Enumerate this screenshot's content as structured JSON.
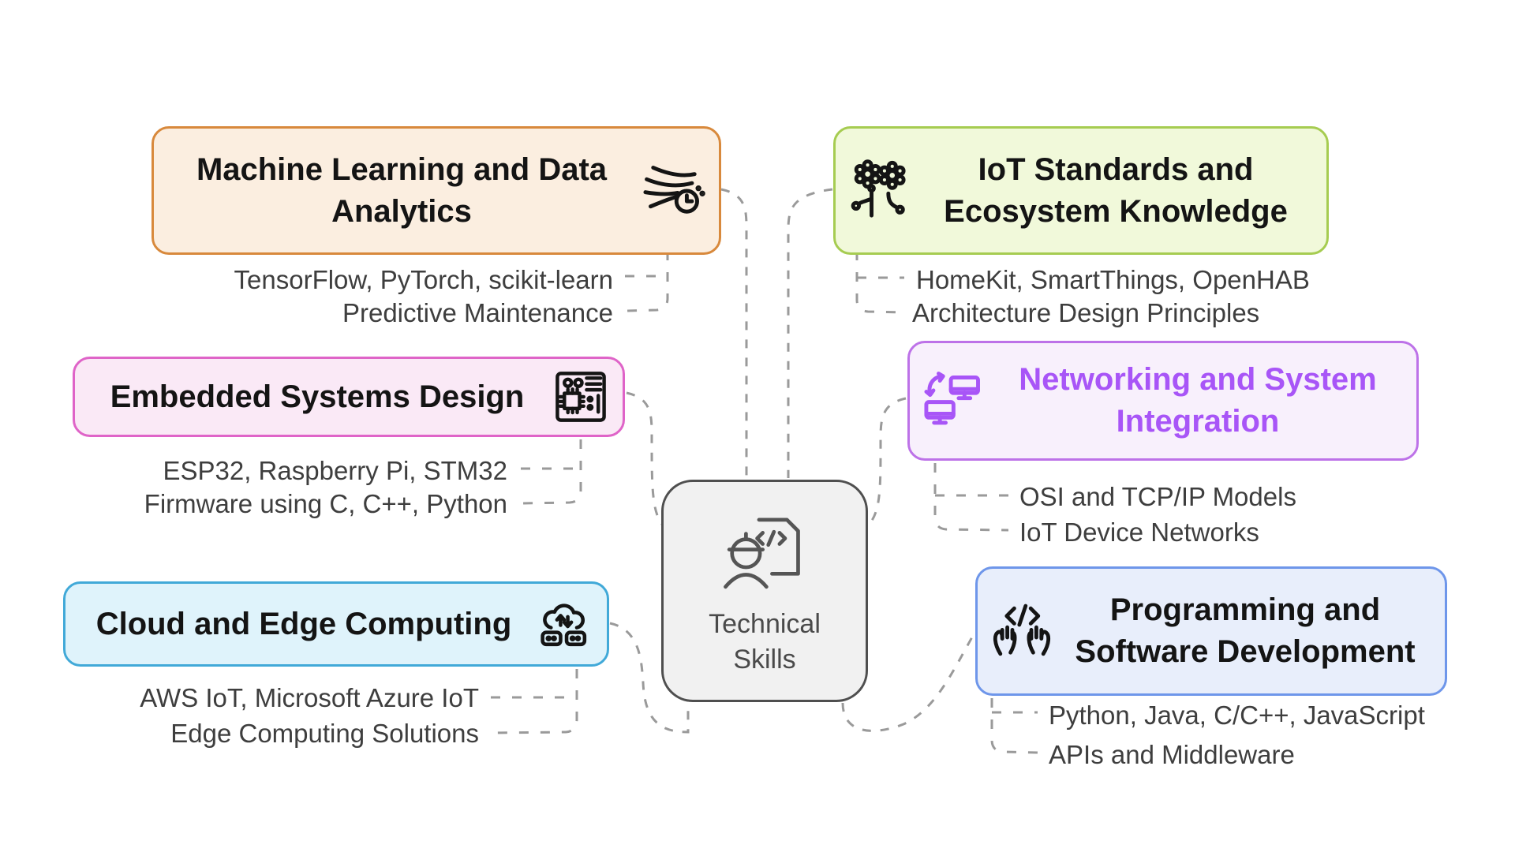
{
  "diagram_type": "mindmap",
  "center": {
    "label": "Technical Skills",
    "lines": [
      "Technical",
      "Skills"
    ],
    "icon": "engineer-with-code-document-icon",
    "colors": {
      "border": "#4f4f4f",
      "fill": "#f1f1f1",
      "text": "#4a4a4a"
    }
  },
  "connector_color": "#9a9a9a",
  "branches": [
    {
      "id": "machine-learning",
      "title": "Machine Learning and Data Analytics",
      "icon": "airflow-with-clock-icon",
      "side": "left",
      "colors": {
        "border": "#d8893c",
        "fill": "#fbeee0",
        "title": "#141414"
      },
      "items": [
        "TensorFlow, PyTorch, scikit-learn",
        "Predictive Maintenance"
      ]
    },
    {
      "id": "embedded-systems",
      "title": "Embedded Systems Design",
      "icon": "circuit-board-icon",
      "side": "left",
      "colors": {
        "border": "#df64c8",
        "fill": "#fae9f6",
        "title": "#141414"
      },
      "items": [
        "ESP32, Raspberry Pi, STM32",
        "Firmware using C, C++, Python"
      ]
    },
    {
      "id": "cloud-edge",
      "title": "Cloud and Edge Computing",
      "icon": "cloud-sync-edge-devices-icon",
      "side": "left",
      "colors": {
        "border": "#41a9d8",
        "fill": "#dff3fb",
        "title": "#141414"
      },
      "items": [
        "AWS IoT, Microsoft Azure IoT",
        "Edge Computing Solutions"
      ]
    },
    {
      "id": "iot-standards",
      "title": "IoT Standards and Ecosystem Knowledge",
      "icon": "two-flowers-ecosystem-icon",
      "side": "right",
      "colors": {
        "border": "#a6cc51",
        "fill": "#f1f9da",
        "title": "#141414"
      },
      "items": [
        "HomeKit, SmartThings, OpenHAB",
        "Architecture Design Principles"
      ]
    },
    {
      "id": "networking-integration",
      "title": "Networking and System Integration",
      "icon": "connected-computers-sync-icon",
      "side": "right",
      "colors": {
        "border": "#bd72e8",
        "fill": "#f8f0fc",
        "title": "#a855f7"
      },
      "items": [
        "OSI and TCP/IP Models",
        "IoT Device Networks"
      ]
    },
    {
      "id": "programming-software",
      "title": "Programming and Software Development",
      "icon": "hands-holding-code-icon",
      "side": "right",
      "colors": {
        "border": "#6e96ea",
        "fill": "#e8eefb",
        "title": "#141414"
      },
      "items": [
        "Python, Java, C/C++, JavaScript",
        "APIs and Middleware"
      ]
    }
  ]
}
